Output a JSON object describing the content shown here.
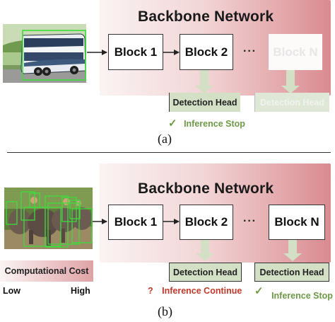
{
  "panel_a": {
    "title": "Backbone Network",
    "blocks": [
      "Block 1",
      "Block 2",
      "Block N"
    ],
    "ellipsis": "···",
    "heads": [
      "Detection Head",
      "Detection Head"
    ],
    "status": {
      "icon": "check-icon",
      "symbol": "✓",
      "text": "Inference Stop",
      "color": "#6e9a48"
    },
    "caption": "(a)"
  },
  "panel_b": {
    "title": "Backbone Network",
    "blocks": [
      "Block 1",
      "Block 2",
      "Block N"
    ],
    "ellipsis": "···",
    "heads": [
      "Detection Head",
      "Detection Head"
    ],
    "status_left": {
      "icon": "question-icon",
      "symbol": "?",
      "text": "Inference Continue",
      "color": "#c0392b"
    },
    "status_right": {
      "icon": "check-icon",
      "symbol": "✓",
      "text": "Inference Stop",
      "color": "#6e9a48"
    },
    "legend": {
      "label": "Computational Cost",
      "low": "Low",
      "high": "High"
    },
    "caption": "(b)"
  },
  "colors": {
    "backbone_gradient_start": "#fbf3f3",
    "backbone_gradient_end": "#d9878c",
    "detection_head": "#d4e0c6",
    "bbox": "#3ddc3d"
  }
}
